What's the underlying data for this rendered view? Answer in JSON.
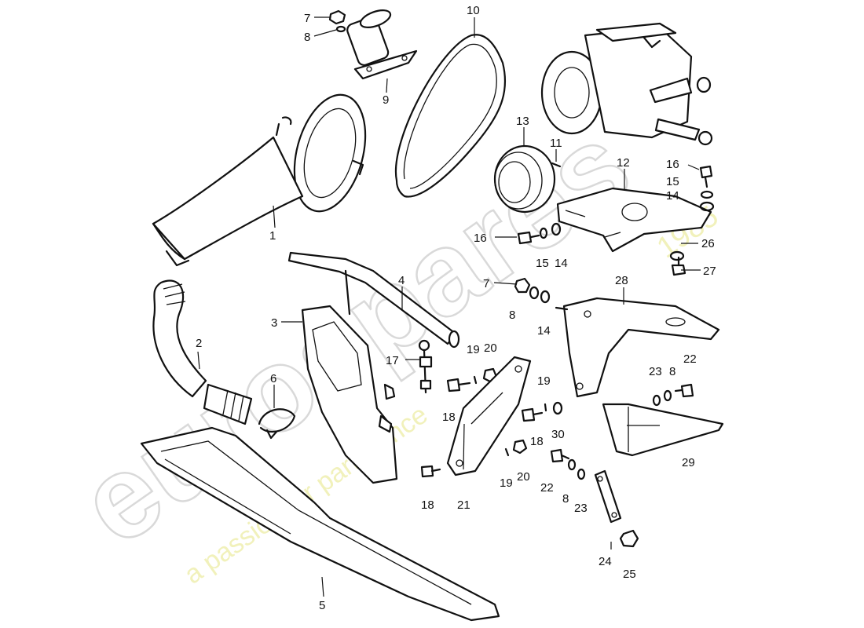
{
  "watermark": {
    "brand": "eurospares",
    "tagline": "a passion for parts since",
    "year": "1985"
  },
  "callouts": [
    "1",
    "2",
    "3",
    "4",
    "5",
    "6",
    "7",
    "7",
    "8",
    "8",
    "8",
    "8",
    "9",
    "10",
    "11",
    "12",
    "13",
    "14",
    "14",
    "14",
    "15",
    "15",
    "16",
    "16",
    "17",
    "18",
    "18",
    "18",
    "19",
    "19",
    "19",
    "20",
    "20",
    "21",
    "22",
    "22",
    "23",
    "23",
    "24",
    "25",
    "26",
    "27",
    "28",
    "29",
    "30"
  ]
}
